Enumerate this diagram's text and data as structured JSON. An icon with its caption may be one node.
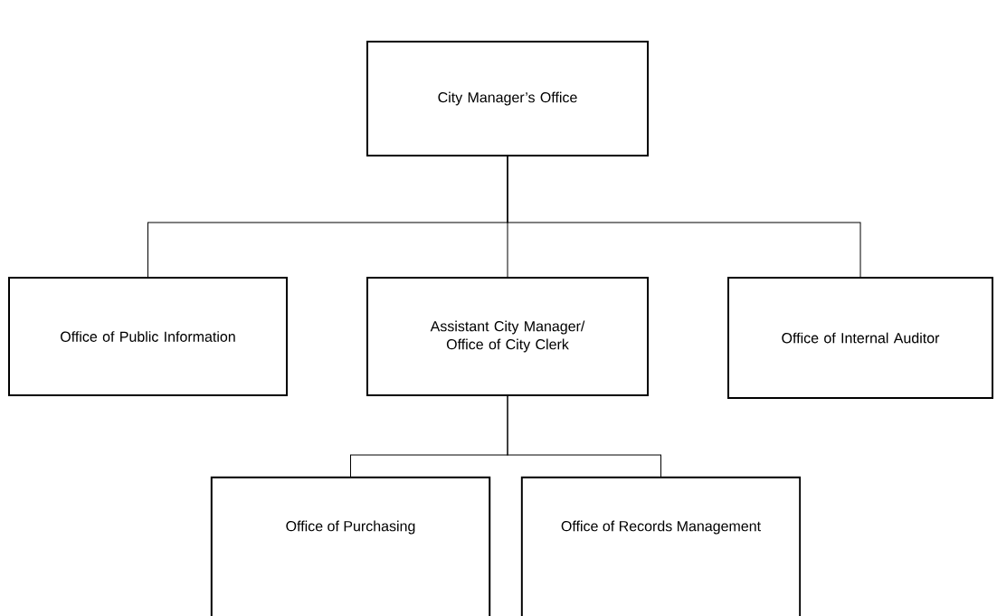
{
  "diagram": {
    "nodes": [
      {
        "text": [
          "City Manager’s Office"
        ]
      },
      {
        "text": [
          "Office of Public Information"
        ]
      },
      {
        "text": [
          "Assistant City Manager/ Office of City Clerk"
        ]
      },
      {
        "text": [
          "Office of Internal Auditor"
        ]
      },
      {
        "text": [
          "Office of Purchasing"
        ]
      },
      {
        "text": [
          "Office of Records Management"
        ]
      }
    ],
    "edges": [
      {
        "from": 0,
        "to": 1,
        "arrow": "none"
      },
      {
        "from": 0,
        "to": 2,
        "arrow": "none"
      },
      {
        "from": 0,
        "to": 3,
        "arrow": "none"
      },
      {
        "from": 2,
        "to": 4,
        "arrow": "none"
      },
      {
        "from": 2,
        "to": 5,
        "arrow": "none"
      }
    ]
  }
}
